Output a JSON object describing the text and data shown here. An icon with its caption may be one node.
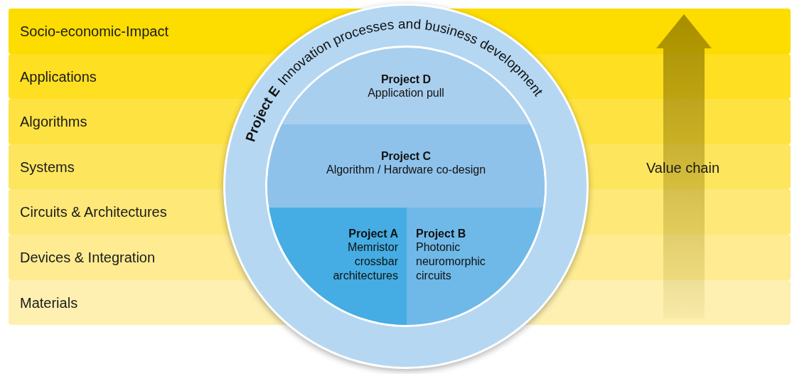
{
  "diagram": {
    "nodes": [
      {
        "text": [
          "Socio-economic-Impact"
        ]
      },
      {
        "text": [
          "Applications"
        ]
      },
      {
        "text": [
          "Algorithms"
        ]
      },
      {
        "text": [
          "Systems"
        ]
      },
      {
        "text": [
          "Circuits & Architectures"
        ]
      },
      {
        "text": [
          "Devices & Integration"
        ]
      },
      {
        "text": [
          "Materials"
        ]
      },
      {
        "text": [
          "Project E",
          "Innovation processes and business development"
        ]
      },
      {
        "text": [
          "Project D",
          "Application pull"
        ],
        "in": 7
      },
      {
        "text": [
          "Project C",
          "Algorithm / Hardware co-design"
        ],
        "in": 7
      },
      {
        "text": [
          "Project A",
          "Memristor crossbar architectures"
        ],
        "in": 7
      },
      {
        "text": [
          "Project B",
          "Photonic neuromorphic circuits"
        ],
        "in": 7
      }
    ],
    "labels": [
      "Value chain"
    ]
  }
}
